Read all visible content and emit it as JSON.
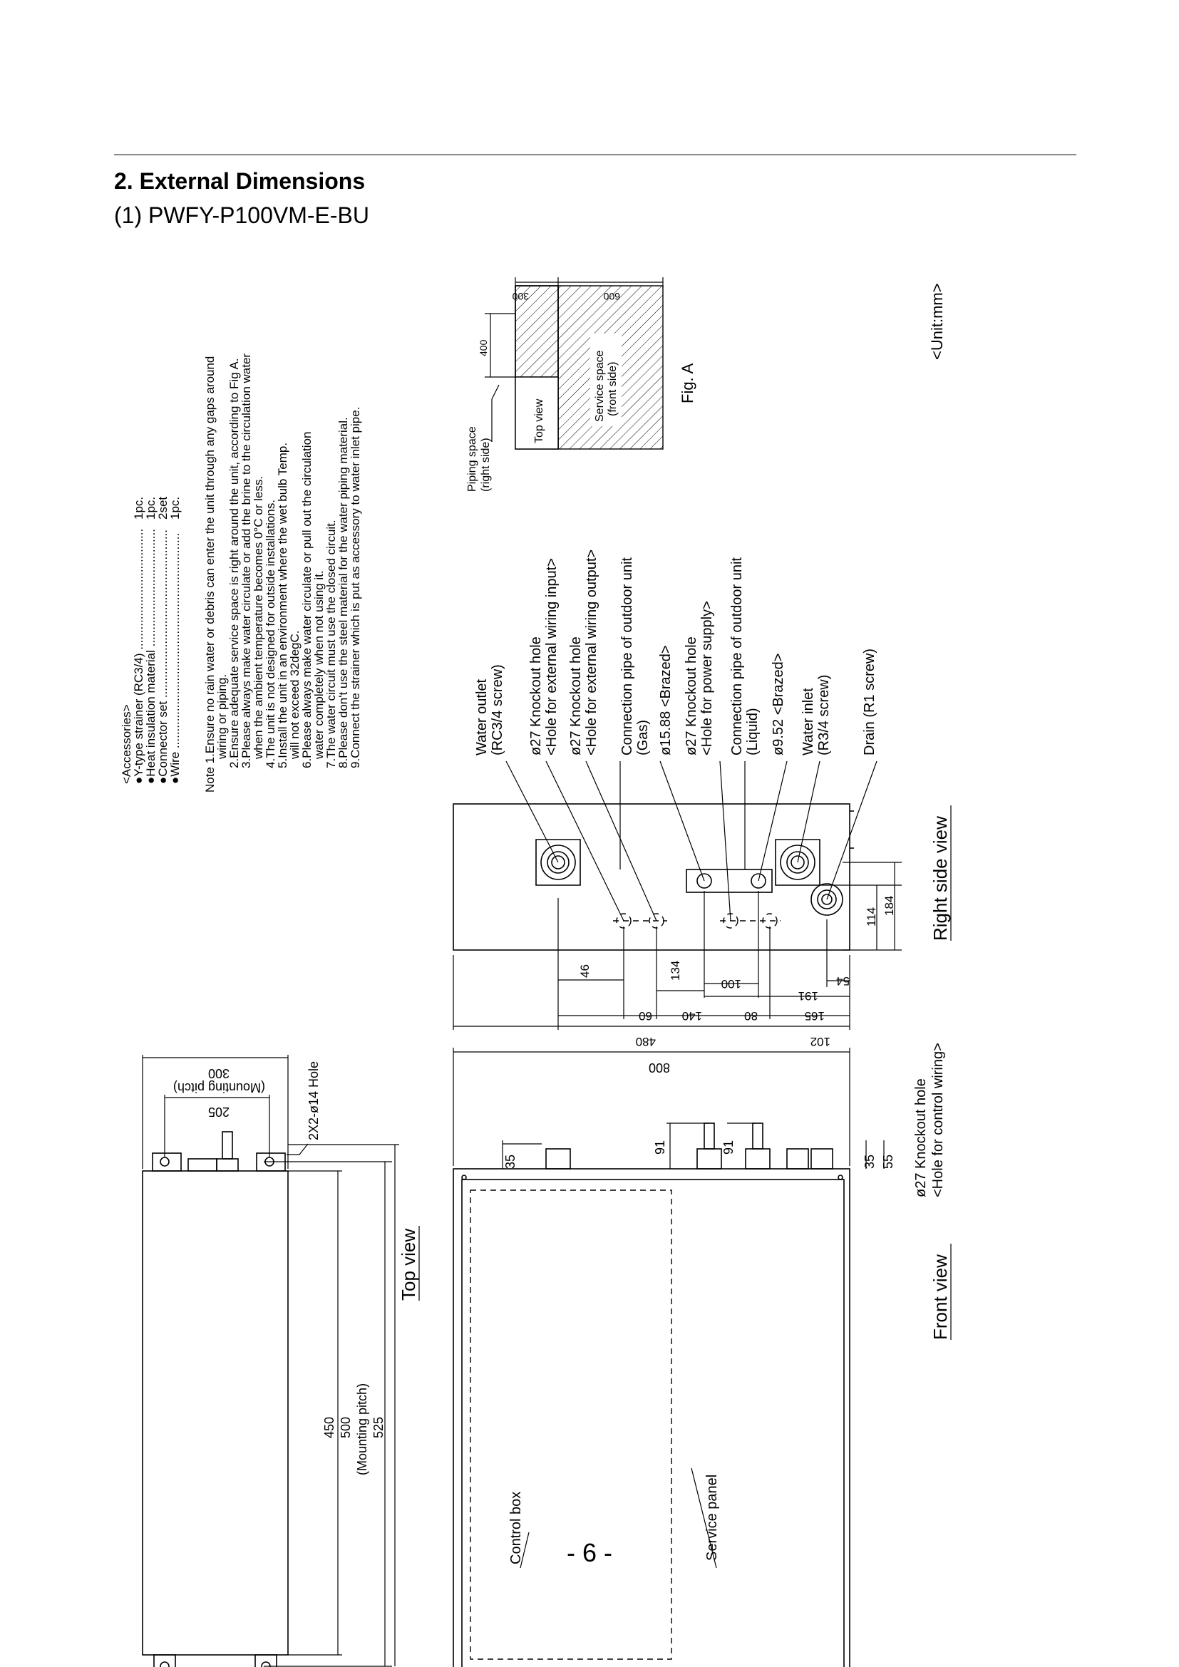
{
  "header": {
    "section_title": "2. External Dimensions",
    "model_title": "(1) PWFY-P100VM-E-BU"
  },
  "accessories": {
    "heading": "<Accessories>",
    "items": [
      {
        "name": "●Y-type strainer (RC3/4) ....................................",
        "qty": "1pc."
      },
      {
        "name": "●Heat insulation material ...................................",
        "qty": "1pc."
      },
      {
        "name": "●Connector set ..................................................",
        "qty": "2set"
      },
      {
        "name": "●Wire ................................................................",
        "qty": "1pc."
      }
    ]
  },
  "notes": [
    "Note 1.Ensure no rain water or debris can enter the unit through any gaps around",
    "wiring or piping.",
    "2.Ensure adequate service space is right around the unit, according to Fig A.",
    "3.Please always make water circulate or add the brine to the circulation water",
    "when the ambient temperature becomes 0°C or less.",
    "4.The unit is not designed for outside installations.",
    "5.Install the unit in an environment where the wet bulb Temp.",
    "will not exceed 32degC.",
    "6.Please always make water circulate or pull out the circulation",
    "water completely when not using it.",
    "7.The water circuit must use the closed circuit.",
    "8.Please don't use the steel material for the water piping material.",
    "9.Connect the strainer which is put as accessory to water inlet pipe."
  ],
  "fig_a": {
    "piping_space": [
      "Piping space",
      "(right side)"
    ],
    "top_view": "Top view",
    "service_space": [
      "Service space",
      "(front side)"
    ],
    "dim_400": "400",
    "dim_300": "300",
    "dim_600": "600",
    "caption": "Fig. A"
  },
  "unit_label": "<Unit:mm>",
  "right_side_labels": [
    {
      "lines": [
        "Water outlet",
        "(RC3/4 screw)"
      ]
    },
    {
      "lines": [
        "ø27 Knockout hole",
        "<Hole for external wiring input>"
      ]
    },
    {
      "lines": [
        "ø27 Knockout hole",
        "<Hole for external wiring output>"
      ]
    },
    {
      "lines": [
        "Connection pipe of outdoor unit",
        "(Gas)"
      ]
    },
    {
      "lines": [
        "ø15.88 <Brazed>"
      ]
    },
    {
      "lines": [
        "ø27 Knockout hole",
        "<Hole for power supply>"
      ]
    },
    {
      "lines": [
        "Connection pipe of outdoor unit",
        "(Liquid)"
      ]
    },
    {
      "lines": [
        "ø9.52 <Brazed>"
      ]
    },
    {
      "lines": [
        "Water inlet",
        "(R3/4 screw)"
      ]
    },
    {
      "lines": [
        "Drain (R1 screw)"
      ]
    }
  ],
  "right_side_dims": {
    "d46": "46",
    "d134": "134",
    "d100": "100",
    "d191": "191",
    "d54": "54",
    "d60": "60",
    "d140": "140",
    "d80": "80",
    "d165": "165",
    "d480": "480",
    "d102": "102",
    "d114": "114",
    "d184": "184"
  },
  "right_side_view_label": "Right side view",
  "top_view": {
    "d300": "300",
    "mount_pitch_upper": "(Mounting pitch)",
    "d205": "205",
    "hole": "2X2-ø14 Hole",
    "d450": "450",
    "d500": "500",
    "mount_pitch_lower": "(Mounting pitch)",
    "d525": "525",
    "label": "Top view"
  },
  "front_view": {
    "d800": "800",
    "d35a": "35",
    "d91a": "91",
    "d91b": "91",
    "d35b": "35",
    "d55": "55",
    "knockout": [
      "ø27 Knockout hole",
      "<Hole for control wiring>"
    ],
    "label": "Front view",
    "control_box": "Control box",
    "service_panel": "Service panel"
  },
  "page_number": "- 6 -"
}
